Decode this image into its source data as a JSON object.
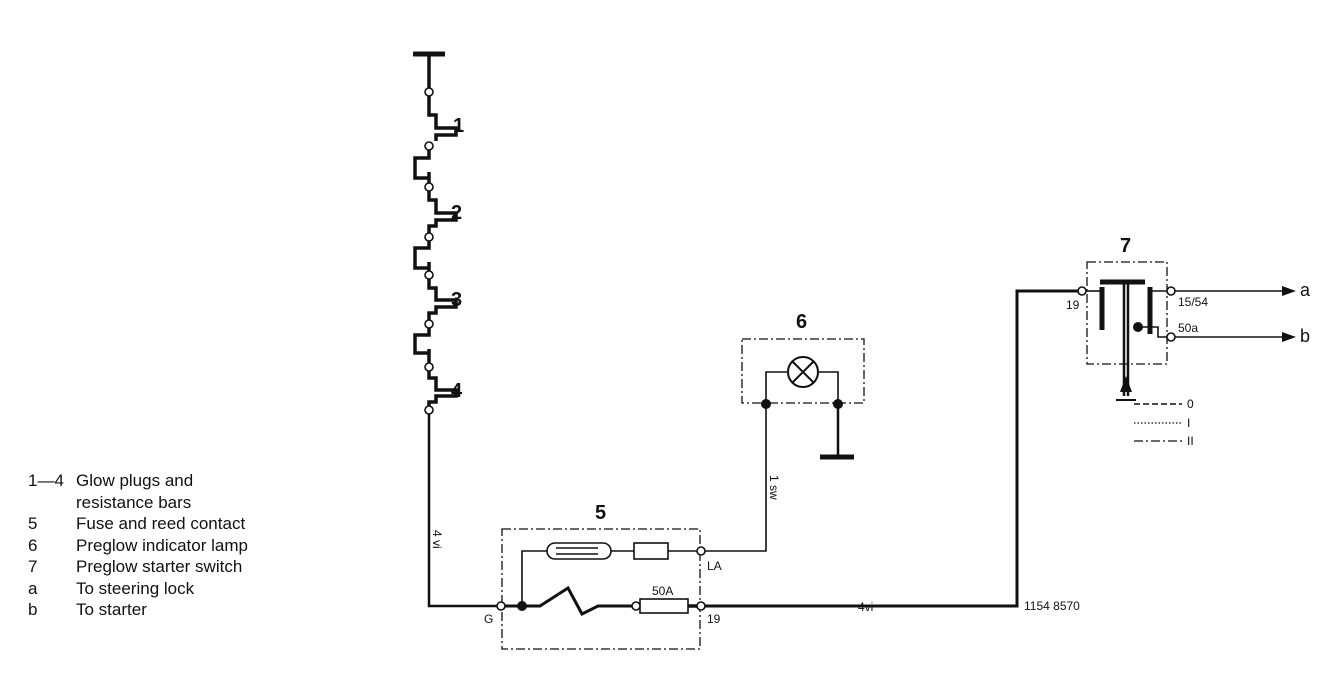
{
  "components": {
    "glow_plug_labels": [
      "1",
      "2",
      "3",
      "4"
    ],
    "fuse_reed_number": "5",
    "lamp_number": "6",
    "switch_number": "7"
  },
  "terminals": {
    "fuse_g": "G",
    "fuse_19": "19",
    "fuse_la": "LA",
    "fuse_rating": "50A",
    "switch_19": "19",
    "switch_15_54": "15/54",
    "switch_50a": "50a"
  },
  "wires": {
    "glow_wire": "4 vi",
    "lamp_wire": "1 sw",
    "main_wire": "4vi"
  },
  "switch_positions": [
    "0",
    "I",
    "II"
  ],
  "outputs": [
    "a",
    "b"
  ],
  "part_number": "1154  8570",
  "legend": [
    {
      "key": "1—4",
      "text": "Glow plugs and"
    },
    {
      "key": "",
      "text": "resistance bars"
    },
    {
      "key": "5",
      "text": "Fuse and reed contact"
    },
    {
      "key": "6",
      "text": "Preglow indicator lamp"
    },
    {
      "key": "7",
      "text": "Preglow starter switch"
    },
    {
      "key": "a",
      "text": "To steering lock"
    },
    {
      "key": "b",
      "text": "To starter"
    }
  ]
}
